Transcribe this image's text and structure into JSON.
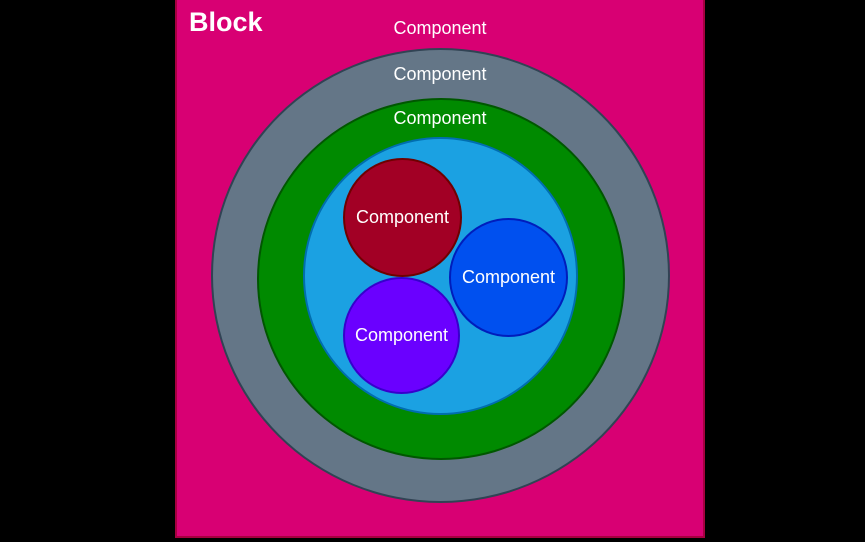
{
  "canvas": {
    "background": "#000000",
    "text_color": "#FFFFFF"
  },
  "block": {
    "label": "Block",
    "fill": "#D80073",
    "stroke": "#A50040"
  },
  "rings": [
    {
      "label": "Component",
      "fill": "#647687",
      "stroke": "#314354"
    },
    {
      "label": "Component",
      "fill": "#008A00",
      "stroke": "#005700"
    },
    {
      "label": "Component",
      "fill": "#1BA1E2",
      "stroke": "#006EAF"
    }
  ],
  "nodes": [
    {
      "label": "Component",
      "fill": "#A20025",
      "stroke": "#6F0000"
    },
    {
      "label": "Component",
      "fill": "#0050EF",
      "stroke": "#001DBC"
    },
    {
      "label": "Component",
      "fill": "#6A00FF",
      "stroke": "#3700CC"
    }
  ]
}
